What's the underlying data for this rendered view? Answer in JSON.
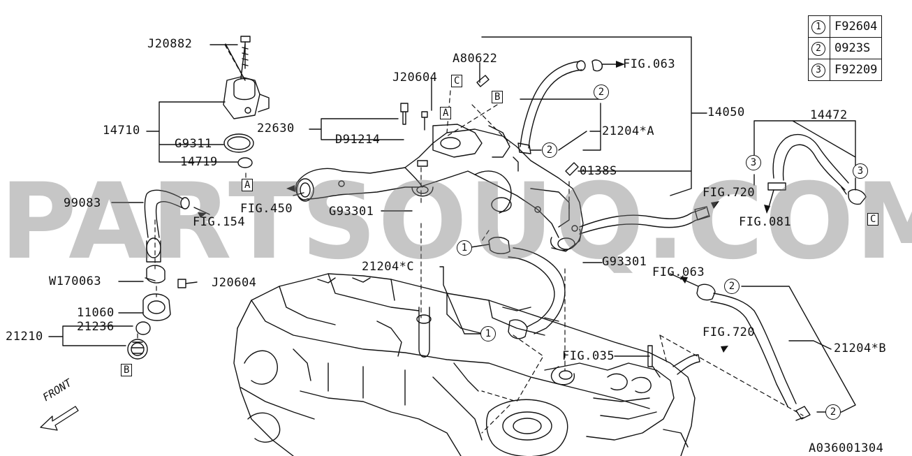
{
  "watermark": "PARTSOUQ.COM",
  "legend": [
    {
      "num": "1",
      "code": "F92604"
    },
    {
      "num": "2",
      "code": "0923S"
    },
    {
      "num": "3",
      "code": "F92209"
    }
  ],
  "callouts": {
    "j20882": "J20882",
    "p14710": "14710",
    "g9311": "G9311",
    "p14719": "14719",
    "p22630": "22630",
    "d91214": "D91214",
    "j20604_top": "J20604",
    "a80622": "A80622",
    "fig063_top": "FIG.063",
    "p21204a": "21204*A",
    "p14050": "14050",
    "p0138s": "0138S",
    "p14472": "14472",
    "fig720_top": "FIG.720",
    "fig081": "FIG.081",
    "p99083": "99083",
    "fig154": "FIG.154",
    "fig450": "FIG.450",
    "g93301_top": "G93301",
    "g93301_mid": "G93301",
    "p21204c": "21204*C",
    "w170063": "W170063",
    "j20604_left": "J20604",
    "p11060": "11060",
    "p21236": "21236",
    "p21210": "21210",
    "fig063_right": "FIG.063",
    "fig720_right": "FIG.720",
    "p21204b": "21204*B",
    "fig035": "FIG.035",
    "front": "FRONT",
    "diagram_id": "A036001304"
  },
  "ref_boxes": {
    "a_left": "A",
    "b_left": "B",
    "c_top": "C",
    "b_top": "B",
    "a_top": "A",
    "c_right": "C"
  },
  "circled": {
    "c1_upper": "1",
    "c1_lower": "1",
    "c2_top": "2",
    "c2_mid": "2",
    "c2_right": "2",
    "c2_bottom": "2",
    "c3_left": "3",
    "c3_right": "3"
  }
}
